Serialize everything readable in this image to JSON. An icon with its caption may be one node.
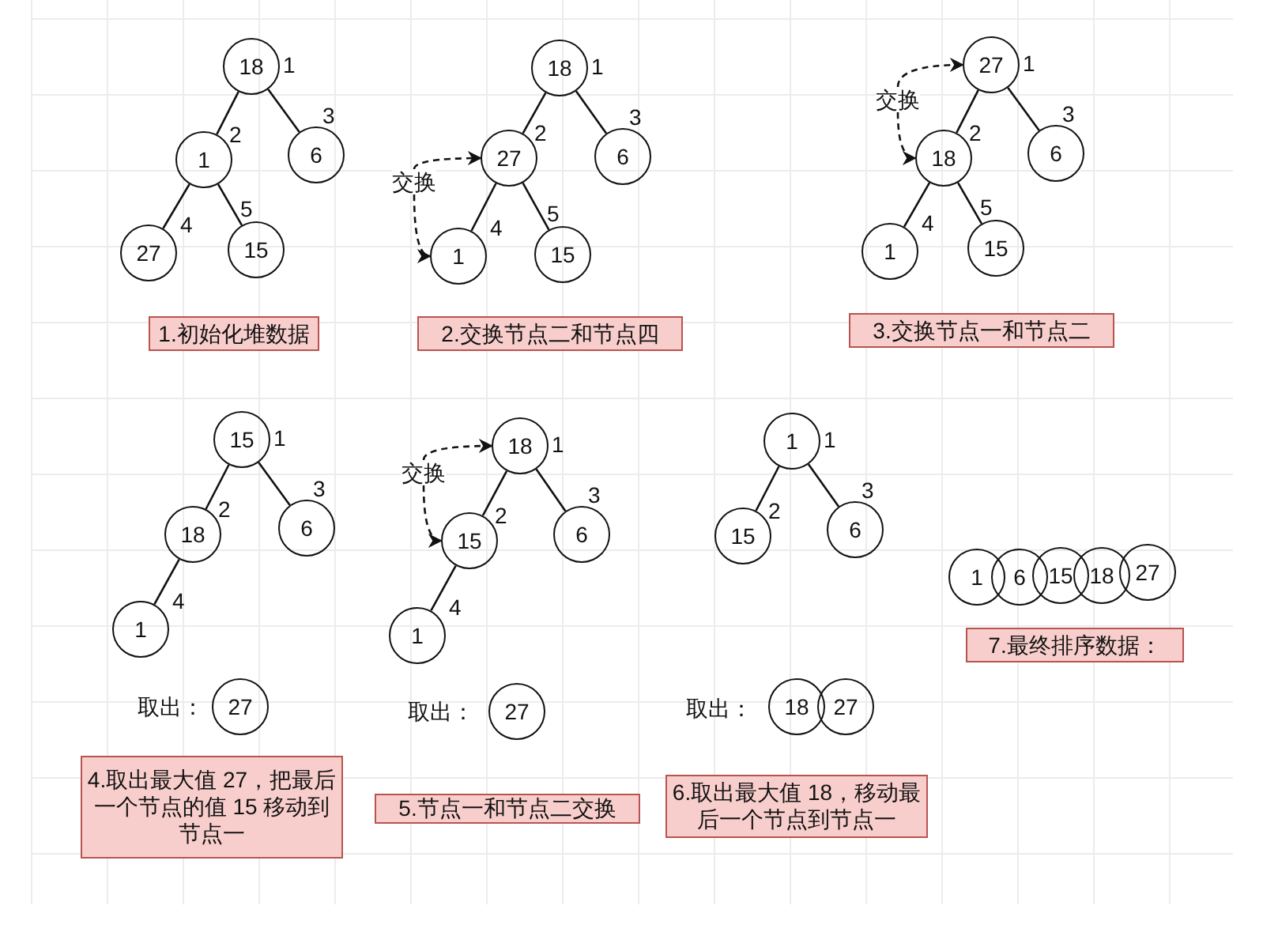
{
  "diagram": {
    "nodes": [
      {
        "text": [
          "18"
        ],
        "beside": [
          "1"
        ]
      },
      {
        "text": [
          "1"
        ],
        "beside": [
          "2"
        ]
      },
      {
        "text": [
          "6"
        ],
        "beside": [
          "3"
        ]
      },
      {
        "text": [
          "27"
        ],
        "beside": [
          "4"
        ]
      },
      {
        "text": [
          "15"
        ],
        "beside": [
          "5"
        ]
      },
      {
        "text": [
          "1.初始化堆数据"
        ]
      },
      {
        "text": [
          "18"
        ],
        "beside": [
          "1"
        ]
      },
      {
        "text": [
          "27"
        ],
        "beside": [
          "2"
        ]
      },
      {
        "text": [
          "6"
        ],
        "beside": [
          "3"
        ]
      },
      {
        "text": [
          "1"
        ],
        "beside": [
          "4"
        ]
      },
      {
        "text": [
          "15"
        ],
        "beside": [
          "5"
        ]
      },
      {
        "text": [
          "交换"
        ]
      },
      {
        "text": [
          "2.交换节点二和节点四"
        ]
      },
      {
        "text": [
          "27"
        ],
        "beside": [
          "1"
        ]
      },
      {
        "text": [
          "18"
        ],
        "beside": [
          "2"
        ]
      },
      {
        "text": [
          "6"
        ],
        "beside": [
          "3"
        ]
      },
      {
        "text": [
          "1"
        ],
        "beside": [
          "4"
        ]
      },
      {
        "text": [
          "15"
        ],
        "beside": [
          "5"
        ]
      },
      {
        "text": [
          "交换"
        ]
      },
      {
        "text": [
          "3.交换节点一和节点二"
        ]
      },
      {
        "text": [
          "15"
        ],
        "beside": [
          "1"
        ]
      },
      {
        "text": [
          "18"
        ],
        "beside": [
          "2"
        ]
      },
      {
        "text": [
          "6"
        ],
        "beside": [
          "3"
        ]
      },
      {
        "text": [
          "1"
        ],
        "beside": [
          "4"
        ]
      },
      {
        "text": [
          "27"
        ]
      },
      {
        "text": [
          "4.取出最大值 27，把最后一个节点的值 15 移动到节点一"
        ]
      },
      {
        "text": [
          "18"
        ],
        "beside": [
          "1"
        ]
      },
      {
        "text": [
          "15"
        ],
        "beside": [
          "2"
        ]
      },
      {
        "text": [
          "6"
        ],
        "beside": [
          "3"
        ]
      },
      {
        "text": [
          "1"
        ],
        "beside": [
          "4"
        ]
      },
      {
        "text": [
          "交换"
        ]
      },
      {
        "text": [
          "27"
        ]
      },
      {
        "text": [
          "5.节点一和节点二交换"
        ]
      },
      {
        "text": [
          "1"
        ],
        "beside": [
          "1"
        ]
      },
      {
        "text": [
          "15"
        ],
        "beside": [
          "2"
        ]
      },
      {
        "text": [
          "6"
        ],
        "beside": [
          "3"
        ]
      },
      {
        "text": [
          "18"
        ]
      },
      {
        "text": [
          "27"
        ]
      },
      {
        "text": [
          "6.取出最大值 18，移动最后一个节点到节点一"
        ]
      },
      {
        "text": [
          "1"
        ]
      },
      {
        "text": [
          "6"
        ]
      },
      {
        "text": [
          "15"
        ]
      },
      {
        "text": [
          "18"
        ]
      },
      {
        "text": [
          "27"
        ]
      },
      {
        "text": [
          "7.最终排序数据："
        ]
      }
    ],
    "edges": [
      {
        "from": 0,
        "to": 1,
        "arrow": "none"
      },
      {
        "from": 0,
        "to": 2,
        "arrow": "none"
      },
      {
        "from": 1,
        "to": 3,
        "arrow": "none"
      },
      {
        "from": 1,
        "to": 4,
        "arrow": "none"
      },
      {
        "from": 6,
        "to": 7,
        "arrow": "none"
      },
      {
        "from": 6,
        "to": 8,
        "arrow": "none"
      },
      {
        "from": 7,
        "to": 9,
        "arrow": "none"
      },
      {
        "from": 7,
        "to": 10,
        "arrow": "none"
      },
      {
        "from": 11,
        "to": 7,
        "arrow": "to",
        "style": "dashed"
      },
      {
        "from": 11,
        "to": 9,
        "arrow": "to",
        "style": "dashed"
      },
      {
        "from": 13,
        "to": 14,
        "arrow": "none"
      },
      {
        "from": 13,
        "to": 15,
        "arrow": "none"
      },
      {
        "from": 14,
        "to": 16,
        "arrow": "none"
      },
      {
        "from": 14,
        "to": 17,
        "arrow": "none"
      },
      {
        "from": 18,
        "to": 13,
        "arrow": "to",
        "style": "dashed"
      },
      {
        "from": 18,
        "to": 14,
        "arrow": "to",
        "style": "dashed"
      },
      {
        "from": 20,
        "to": 21,
        "arrow": "none"
      },
      {
        "from": 20,
        "to": 22,
        "arrow": "none"
      },
      {
        "from": 21,
        "to": 23,
        "arrow": "none"
      },
      {
        "from": 26,
        "to": 27,
        "arrow": "none"
      },
      {
        "from": 26,
        "to": 28,
        "arrow": "none"
      },
      {
        "from": 27,
        "to": 29,
        "arrow": "none"
      },
      {
        "from": 30,
        "to": 26,
        "arrow": "to",
        "style": "dashed"
      },
      {
        "from": 30,
        "to": 27,
        "arrow": "to",
        "style": "dashed"
      },
      {
        "from": 33,
        "to": 34,
        "arrow": "none"
      },
      {
        "from": 33,
        "to": 35,
        "arrow": "none"
      }
    ],
    "labels": [
      "取出：",
      "取出：",
      "取出："
    ]
  }
}
